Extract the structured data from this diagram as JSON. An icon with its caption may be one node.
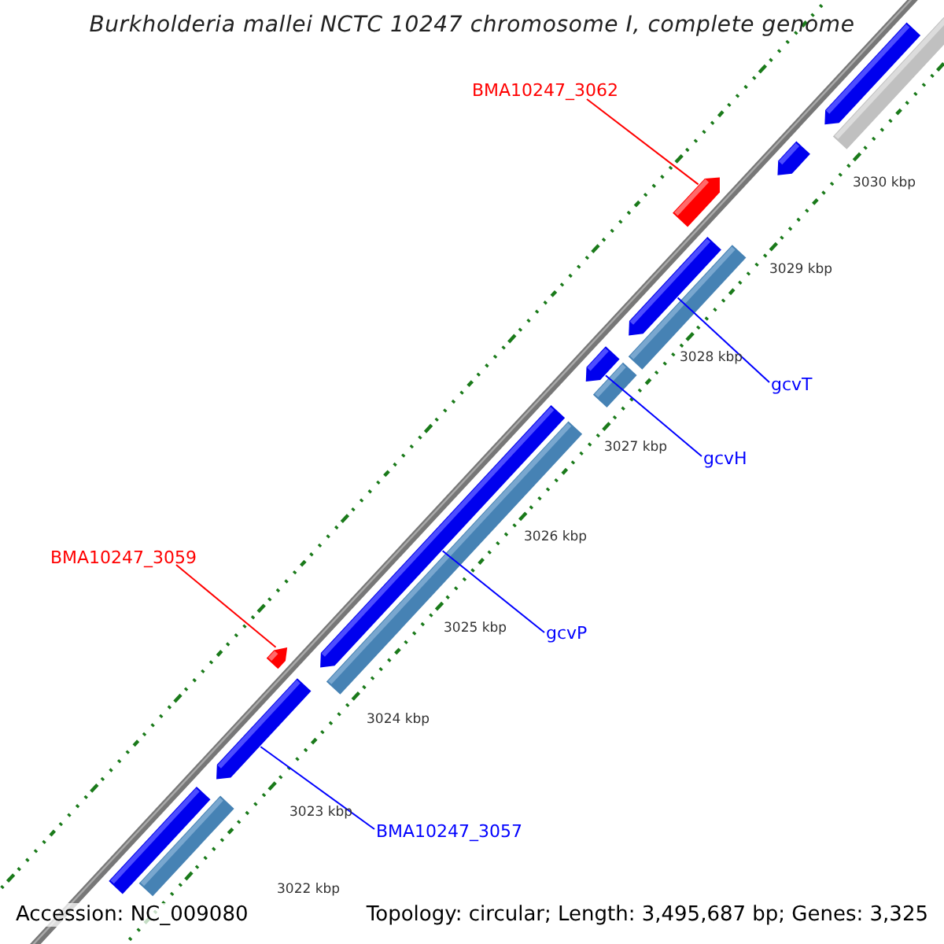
{
  "diagram": {
    "title": "Burkholderia mallei NCTC 10247 chromosome I, complete genome",
    "nodes": [
      {
        "text": [
          "BMA10247_3062"
        ]
      },
      {
        "text": [
          "gcvT"
        ]
      },
      {
        "text": [
          "gcvH"
        ]
      },
      {
        "text": [
          "BMA10247_3059"
        ]
      },
      {
        "text": [
          "gcvP"
        ]
      },
      {
        "text": [
          "BMA10247_3057"
        ]
      },
      {
        "text": [],
        "shape": "box"
      },
      {
        "text": [],
        "shape": "arrow"
      },
      {
        "text": [],
        "shape": "arrow"
      },
      {
        "text": [],
        "shape": "arrow"
      },
      {
        "text": [],
        "shape": "arrow"
      },
      {
        "text": [],
        "shape": "box"
      },
      {
        "text": [],
        "shape": "arrow"
      },
      {
        "text": [],
        "shape": "box"
      },
      {
        "text": [],
        "shape": "arrow"
      },
      {
        "text": [],
        "shape": "box"
      },
      {
        "text": [],
        "shape": "arrow"
      },
      {
        "text": [],
        "shape": "arrow"
      },
      {
        "text": [],
        "shape": "box"
      },
      {
        "text": [],
        "shape": "box"
      }
    ],
    "edges": [
      {
        "from": 0,
        "to": 9,
        "arrow": "none",
        "color": "#ff0000"
      },
      {
        "from": 1,
        "to": 10,
        "arrow": "none"
      },
      {
        "from": 2,
        "to": 12,
        "arrow": "none"
      },
      {
        "from": 3,
        "to": 16,
        "arrow": "none",
        "color": "#ff0000"
      },
      {
        "from": 4,
        "to": 14,
        "arrow": "none"
      },
      {
        "from": 5,
        "to": 17,
        "arrow": "none"
      }
    ],
    "labels": [
      "3030 kbp",
      "3029 kbp",
      "3028 kbp",
      "3027 kbp",
      "3026 kbp",
      "3025 kbp",
      "3024 kbp",
      "3023 kbp",
      "3022 kbp",
      "Accession: NC_009080",
      "Topology: circular; Length: 3,495,687 bp; Genes: 3,325"
    ]
  }
}
